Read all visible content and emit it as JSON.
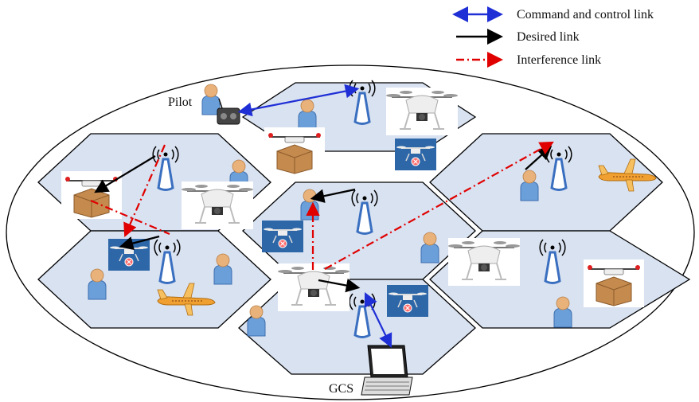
{
  "legend": {
    "items": [
      {
        "label": "Command and control link",
        "color": "#1f2fd6",
        "style": "solid-double-arrow"
      },
      {
        "label": "Desired link",
        "color": "#000000",
        "style": "solid-arrow"
      },
      {
        "label": "Interference link",
        "color": "#e00000",
        "style": "dash-dot-arrow"
      }
    ]
  },
  "labels": {
    "pilot": "Pilot",
    "gcs": "GCS"
  },
  "colors": {
    "cell_fill": "#d9e2f1",
    "cell_stroke": "#000000",
    "command_link": "#1f2fd6",
    "desired_link": "#000000",
    "interference_link": "#e00000",
    "tower": "#3a6fc0",
    "user_body": "#6b9fd9",
    "user_head": "#e9b27a",
    "airplane": "#f0a030"
  },
  "icons": [
    "base-station-tower-icon",
    "quadcopter-drone-icon",
    "delivery-drone-icon",
    "restricted-drone-icon",
    "user-person-icon",
    "airplane-icon",
    "remote-controller-icon",
    "laptop-icon"
  ]
}
